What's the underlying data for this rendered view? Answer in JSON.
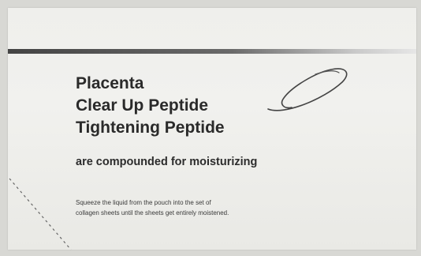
{
  "label": {
    "line1": "Placenta",
    "line2": "Clear Up Peptide",
    "line3": "Tightening Peptide",
    "subline": "are compounded for moisturizing",
    "instruction1": "Squeeze the liquid from the pouch into the set of",
    "instruction2": "collagen sheets until the sheets get entirely moistened."
  },
  "colors": {
    "text": "#2a2a2a",
    "background": "#efefec",
    "stripe": "#444444"
  },
  "icons": {
    "swirl": "swirl-icon"
  }
}
